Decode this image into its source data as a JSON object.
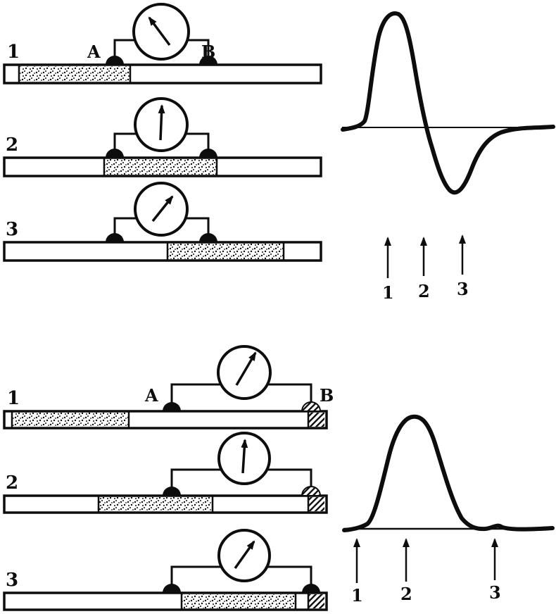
{
  "figure": {
    "top": {
      "row_labels": [
        "1",
        "2",
        "3"
      ],
      "electrode_labels": {
        "a": "A",
        "b": "B"
      },
      "markers": [
        "1",
        "2",
        "3"
      ]
    },
    "bottom": {
      "row_labels": [
        "1",
        "2",
        "3"
      ],
      "electrode_labels": {
        "a": "A",
        "b": "B"
      },
      "markers": [
        "1",
        "2",
        "3"
      ]
    }
  }
}
